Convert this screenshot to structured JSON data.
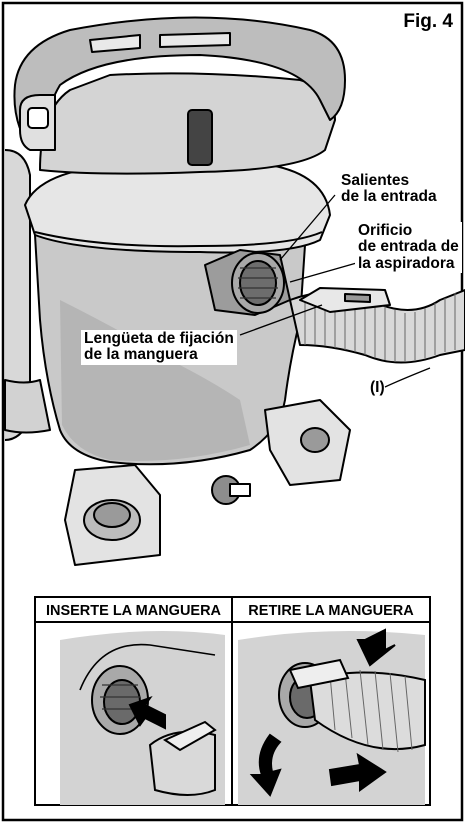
{
  "figure_label": "Fig. 4",
  "labels": {
    "salientes": [
      "Salientes",
      "de la entrada"
    ],
    "orificio": [
      "Orificio",
      "de entrada de",
      "la aspiradora"
    ],
    "lengueta": [
      "Lengüeta de fijación",
      "de la manguera"
    ],
    "hose_ref": "(I)"
  },
  "panels": {
    "insert_title": "INSERTE LA MANGUERA",
    "remove_title": "RETIRE LA MANGUERA"
  },
  "colors": {
    "tank": "#c9c9c9",
    "tank_dark": "#9a9a9a",
    "line": "#000000"
  }
}
